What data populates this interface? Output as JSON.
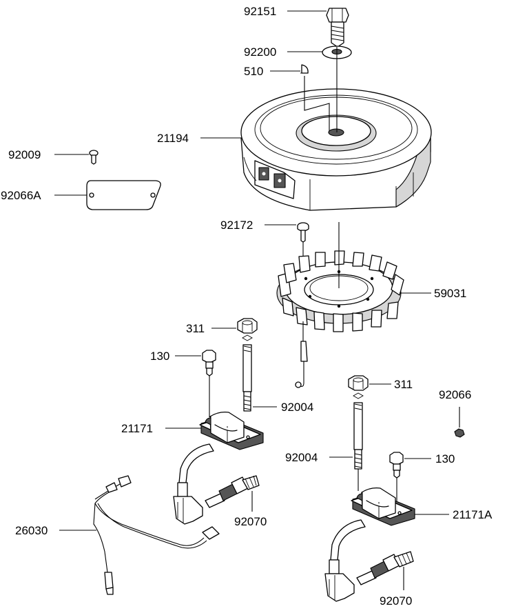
{
  "labels": {
    "bolt_flywheel": "92151",
    "washer_flywheel": "92200",
    "key": "510",
    "flywheel": "21194",
    "screw_plate": "92009",
    "plate": "92066A",
    "bolt_stator": "92172",
    "stator": "59031",
    "nut_left": "311",
    "bolt_coil_left": "130",
    "stud_left": "92004",
    "coil_left": "21171",
    "harness": "26030",
    "spark_plug_left": "92070",
    "nut_right": "311",
    "nut_small": "92066",
    "stud_right": "92004",
    "bolt_coil_right": "130",
    "coil_right": "21171A",
    "spark_plug_right": "92070"
  }
}
